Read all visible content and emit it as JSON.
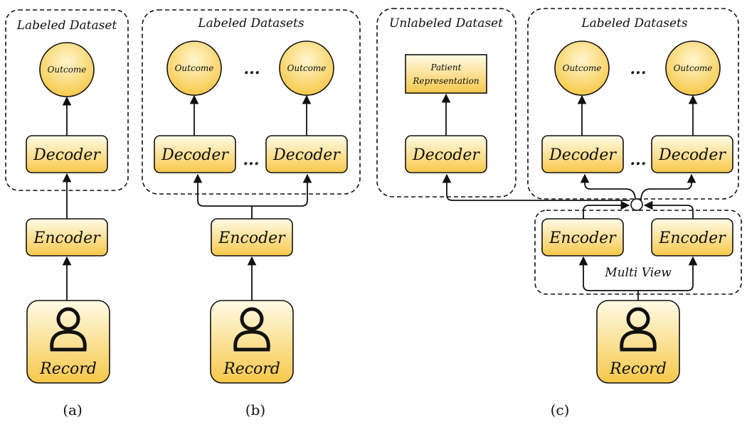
{
  "panel_a": {
    "container_label": "Labeled Dataset",
    "outcome": "Outcome",
    "decoder": "Decoder",
    "encoder": "Encoder",
    "record": "Record",
    "caption": "(a)"
  },
  "panel_b": {
    "container_label": "Labeled Datasets",
    "outcome_left": "Outcome",
    "outcome_right": "Outcome",
    "ellipsis_outcomes": "...",
    "decoder_left": "Decoder",
    "decoder_right": "Decoder",
    "ellipsis_decoders": "...",
    "encoder": "Encoder",
    "record": "Record",
    "caption": "(b)"
  },
  "panel_c": {
    "unlabeled_label": "Unlabeled Dataset",
    "patient_rep_line1": "Patient",
    "patient_rep_line2": "Representation",
    "decoder_unlabeled": "Decoder",
    "labeled_label": "Labeled Datasets",
    "outcome_left": "Outcome",
    "outcome_right": "Outcome",
    "ellipsis_outcomes": "...",
    "decoder_left": "Decoder",
    "decoder_right": "Decoder",
    "ellipsis_decoders": "...",
    "encoder_left": "Encoder",
    "encoder_right": "Encoder",
    "multiview_label": "Multi View",
    "record": "Record",
    "caption": "(c)"
  },
  "colors": {
    "box_top": "#fffbe6",
    "box_bottom": "#f7c84a",
    "circle_fill": "#f9d45f",
    "stroke": "#111111"
  }
}
